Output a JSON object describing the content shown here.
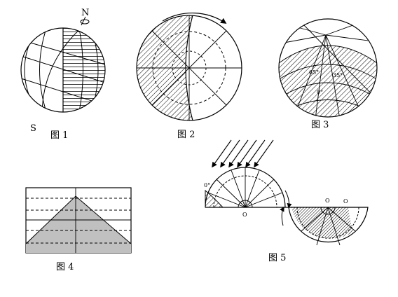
{
  "figures": [
    {
      "id": "fig1",
      "caption": "图 1",
      "labels": {
        "north": "N",
        "south": "S"
      }
    },
    {
      "id": "fig2",
      "caption": "图 2"
    },
    {
      "id": "fig3",
      "caption": "图 3",
      "lat_labels": [
        "65°",
        "35°",
        "0°"
      ]
    },
    {
      "id": "fig4",
      "caption": "图 4"
    },
    {
      "id": "fig5",
      "caption": "图 5",
      "labels": {
        "angle": "0°",
        "origin_left": "O",
        "origin_right": "O",
        "origin_top": "O"
      }
    }
  ],
  "colors": {
    "ink": "#000000",
    "gray_fill": "#c0c0c0",
    "background": "#ffffff"
  }
}
